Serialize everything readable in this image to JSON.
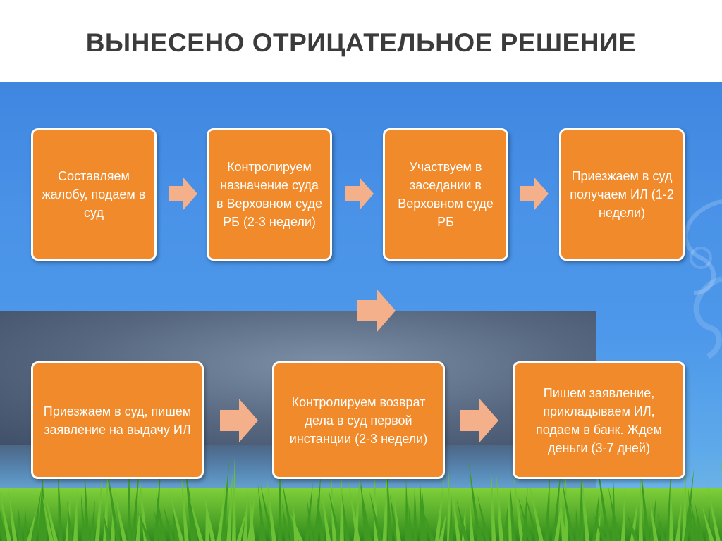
{
  "title": "ВЫНЕСЕНО ОТРИЦАТЕЛЬНОЕ РЕШЕНИЕ",
  "colors": {
    "box": "#f08a2a",
    "arrow": "#f4b08a",
    "title": "#3b3b3b"
  },
  "steps": [
    {
      "text": "Составляем жалобу, подаем в суд"
    },
    {
      "text": "Контролируем назначение суда в Верховном суде РБ (2-3 недели)"
    },
    {
      "text": "Участвуем в заседании в Верховном суде РБ"
    },
    {
      "text": "Приезжаем в суд получаем ИЛ (1-2 недели)"
    },
    {
      "text": "Приезжаем в суд, пишем заявление на выдачу ИЛ"
    },
    {
      "text": "Контролируем возврат дела в суд первой инстанции (2-3 недели)"
    },
    {
      "text": "Пишем заявление, прикладываем ИЛ, подаем в банк. Ждем деньги (3-7 дней)"
    }
  ]
}
